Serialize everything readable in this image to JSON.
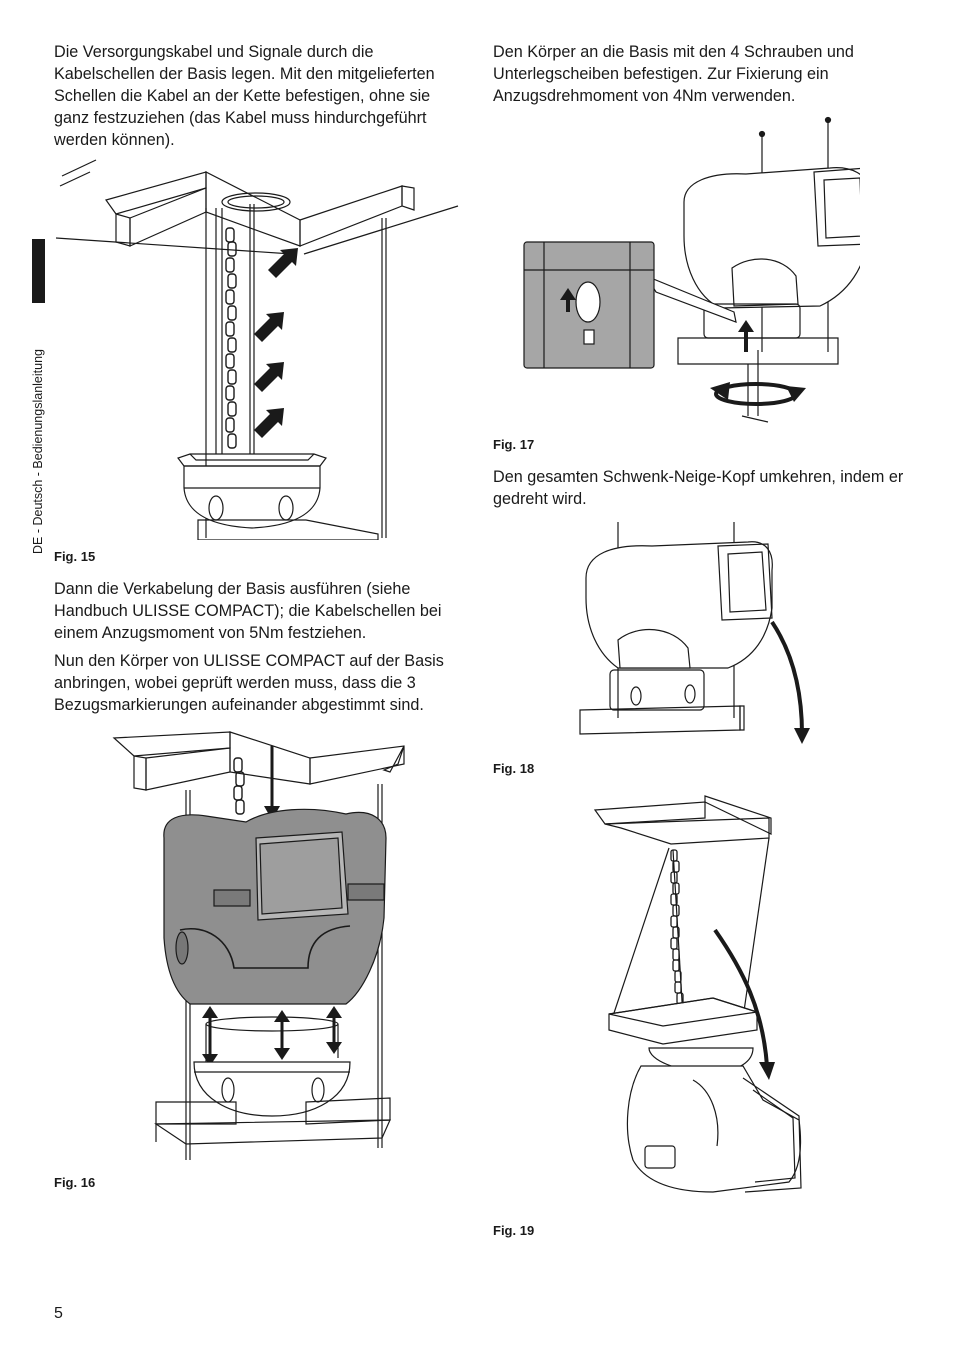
{
  "side_tab": {
    "text": "DE - Deutsch - Bedienungslanleitung"
  },
  "left_column": {
    "para1": "Die Versorgungskabel und Signale durch die Kabelschellen der Basis legen. Mit den mitgelieferten Schellen die Kabel an der Kette befestigen, ohne sie ganz festzuziehen (das Kabel muss hindurchgeführt werden können).",
    "fig15_caption": "Fig. 15",
    "para2": "Dann die Verkabelung der Basis ausführen (siehe Handbuch ULISSE COMPACT); die Kabelschellen bei einem Anzugsmoment von 5Nm festziehen.",
    "para3": "Nun den Körper von ULISSE COMPACT auf der Basis anbringen, wobei geprüft werden muss, dass die 3 Bezugsmarkierungen aufeinander abgestimmt sind.",
    "fig16_caption": "Fig. 16"
  },
  "right_column": {
    "para1": "Den Körper an die Basis mit den 4 Schrauben und Unterlegscheiben befestigen. Zur Fixierung ein Anzugsdrehmoment von 4Nm verwenden.",
    "fig17_caption": "Fig. 17",
    "para2": "Den gesamten Schwenk-Neige-Kopf umkehren, indem er gedreht wird.",
    "fig18_caption": "Fig. 18",
    "fig19_caption": "Fig. 19"
  },
  "page_number": "5"
}
